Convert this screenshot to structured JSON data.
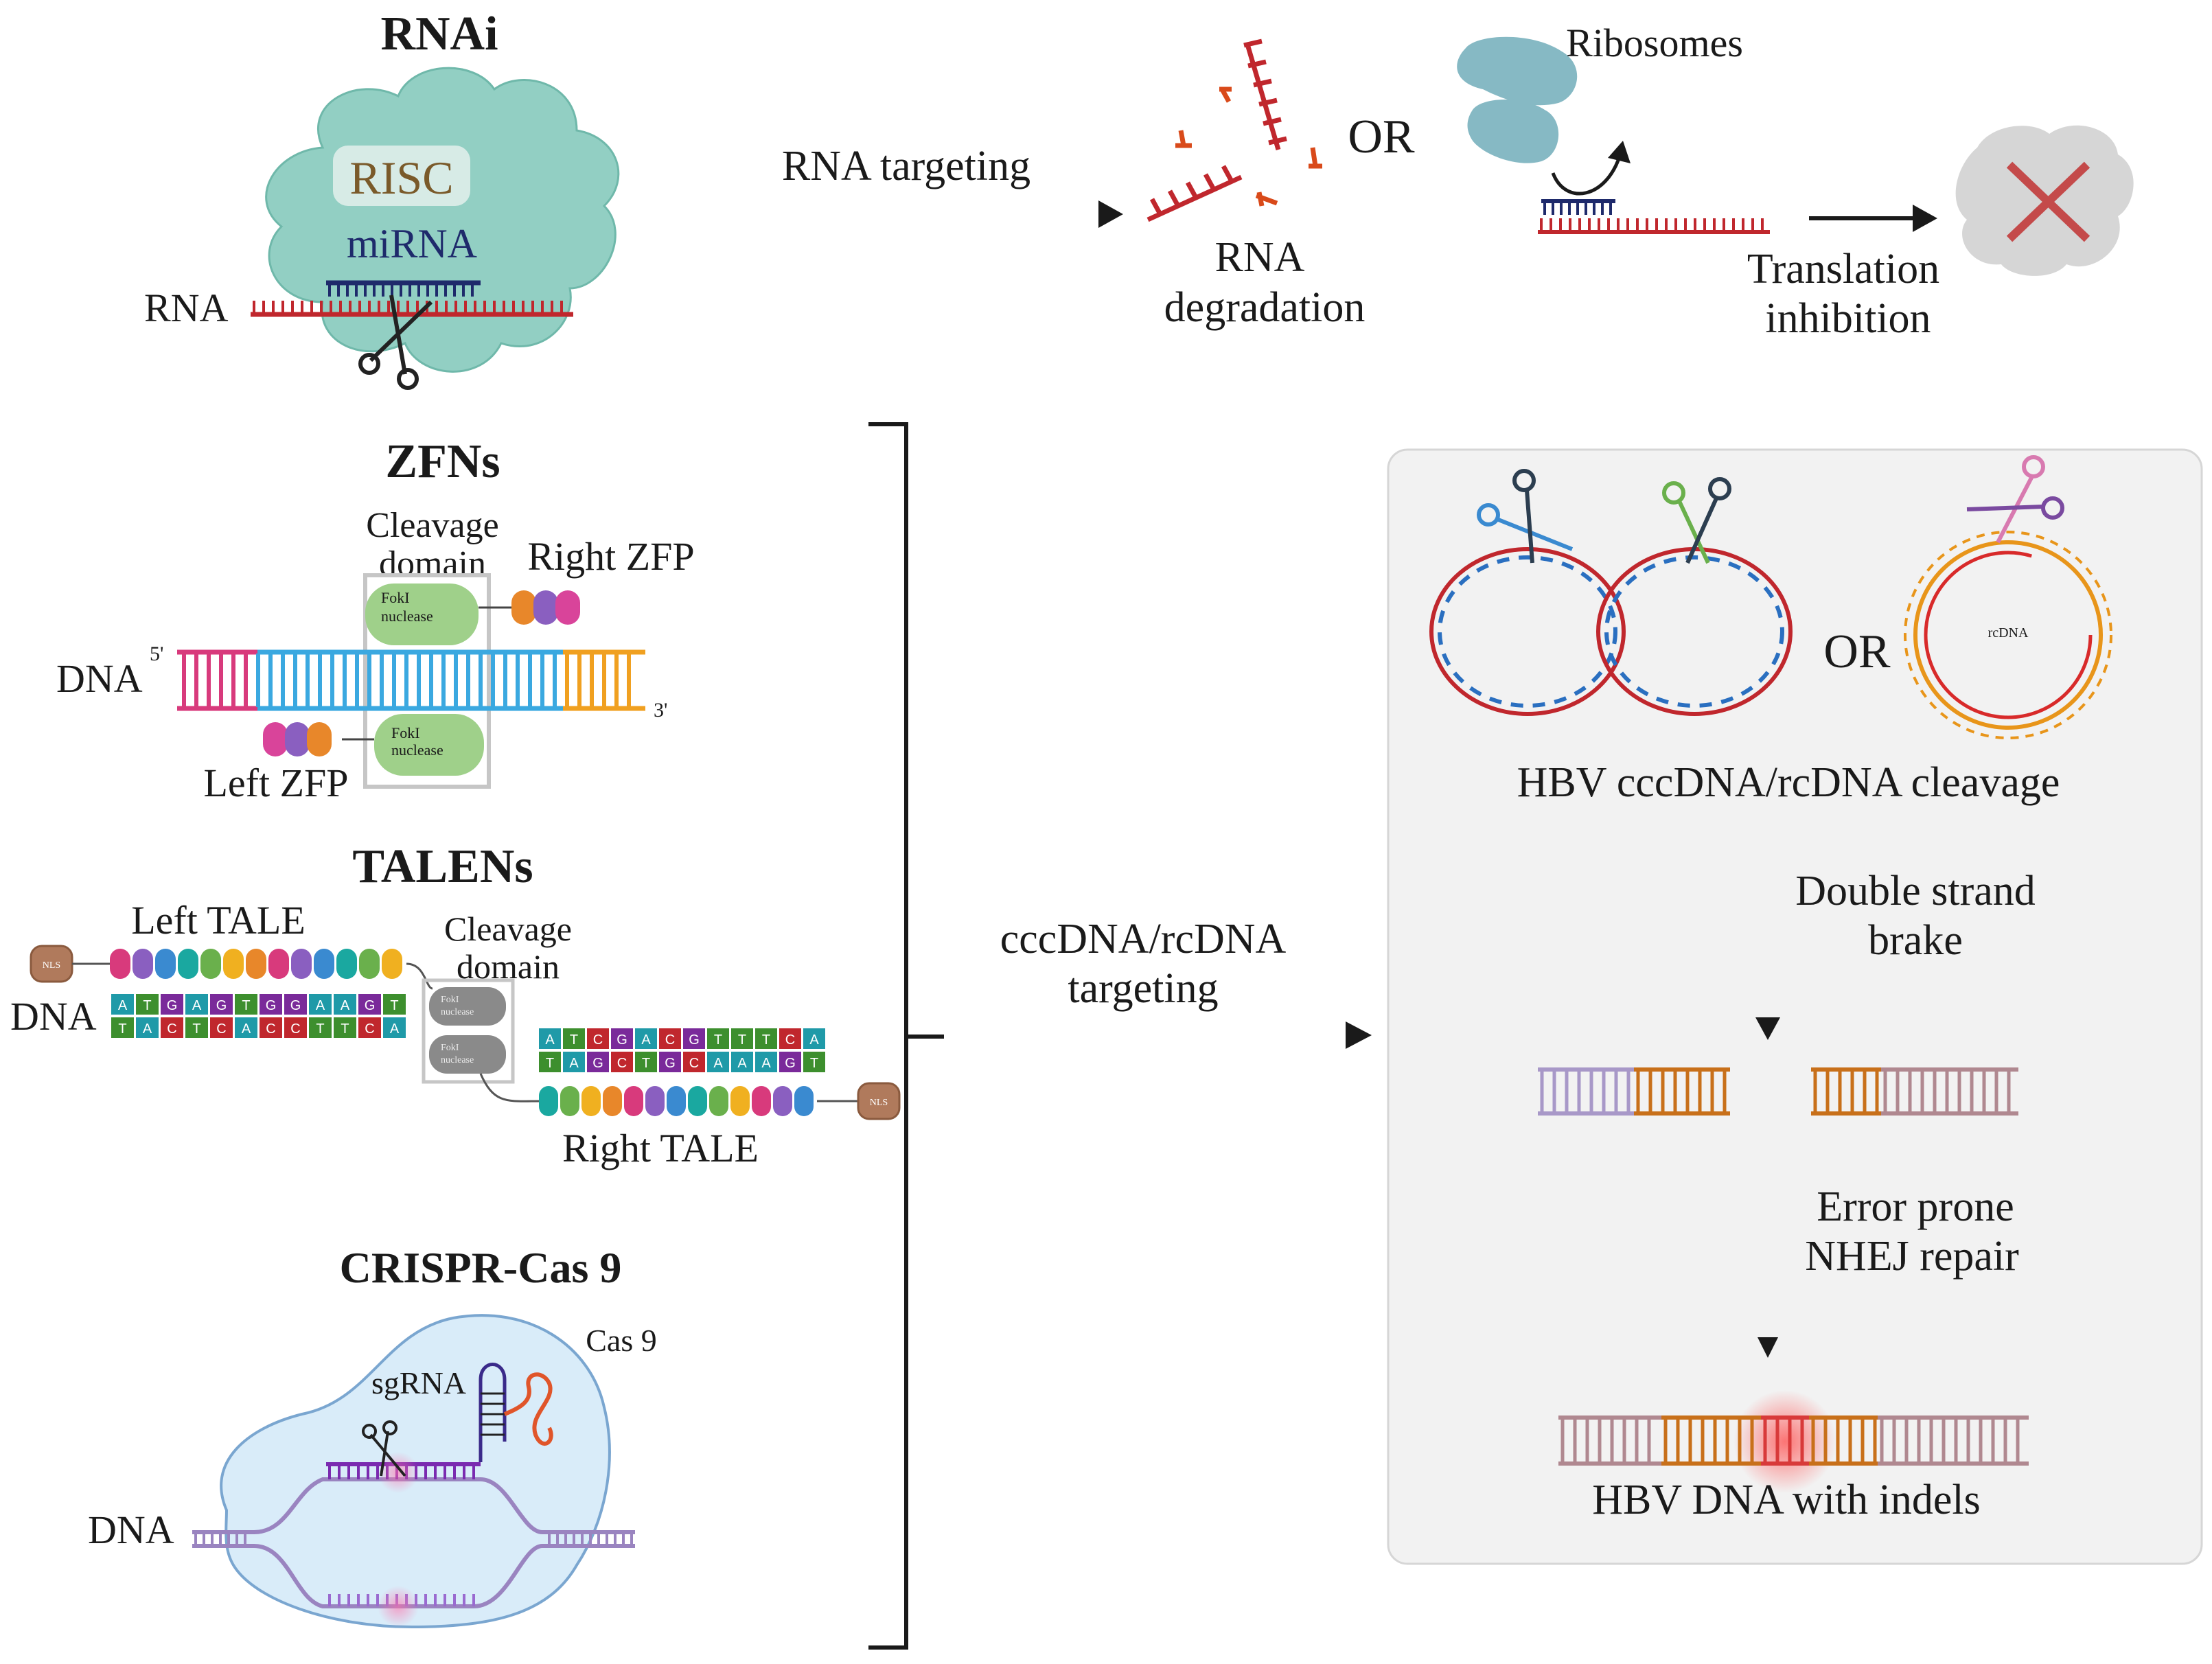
{
  "rnai": {
    "title": "RNAi",
    "risc": "RISC",
    "mirna": "miRNA",
    "rna": "RNA",
    "arrow_label": "RNA targeting",
    "degradation_line1": "RNA",
    "degradation_line2": "degradation",
    "or": "OR",
    "ribosomes": "Ribosomes",
    "inhibition_line1": "Translation",
    "inhibition_line2": "inhibition"
  },
  "zfns": {
    "title": "ZFNs",
    "cleavage_line1": "Cleavage",
    "cleavage_line2": "domain",
    "right_zfp": "Right ZFP",
    "left_zfp": "Left ZFP",
    "dna": "DNA",
    "five_prime": "5'",
    "three_prime": "3'",
    "fokl_top_line1": "FokI",
    "fokl_top_line2": "nuclease",
    "fokl_bottom_line1": "FokI",
    "fokl_bottom_line2": "nuclease"
  },
  "talens": {
    "title": "TALENs",
    "left_tale": "Left TALE",
    "right_tale": "Right TALE",
    "cleavage_line1": "Cleavage",
    "cleavage_line2": "domain",
    "dna": "DNA",
    "nls": "NLS",
    "fokl_line1": "FokI",
    "fokl_line2": "nuclease",
    "top_bases": [
      "A",
      "T",
      "G",
      "A",
      "G",
      "T",
      "G",
      "G",
      "A",
      "A",
      "G",
      "T"
    ],
    "bottom_bases": [
      "T",
      "A",
      "C",
      "T",
      "C",
      "A",
      "C",
      "C",
      "T",
      "T",
      "C",
      "A"
    ],
    "right_top_bases": [
      "A",
      "T",
      "C",
      "G",
      "A",
      "C",
      "G",
      "T",
      "T",
      "T",
      "C",
      "A"
    ],
    "right_bottom_bases": [
      "T",
      "A",
      "G",
      "C",
      "T",
      "G",
      "C",
      "A",
      "A",
      "A",
      "G",
      "T"
    ]
  },
  "crispr": {
    "title": "CRISPR-Cas 9",
    "cas9": "Cas 9",
    "sgrna": "sgRNA",
    "dna": "DNA"
  },
  "middle": {
    "arrow_label_line1": "cccDNA/rcDNA",
    "arrow_label_line2": "targeting"
  },
  "hbv": {
    "or": "OR",
    "rcdna": "rcDNA",
    "cleavage": "HBV cccDNA/rcDNA cleavage",
    "dsb_line1": "Double strand",
    "dsb_line2": "brake",
    "nhej_line1": "Error prone",
    "nhej_line2": "NHEJ repair",
    "indels": "HBV DNA with indels"
  },
  "colors": {
    "risc_body": "#92cfc3",
    "rna_red": "#c0272d",
    "mirna_navy": "#1e2a6b",
    "ribosome": "#86b9c4",
    "zfn_green": "#9fd08a",
    "panel_bg": "#f2f2f2",
    "cas9_blue": "#d9ecf9"
  }
}
